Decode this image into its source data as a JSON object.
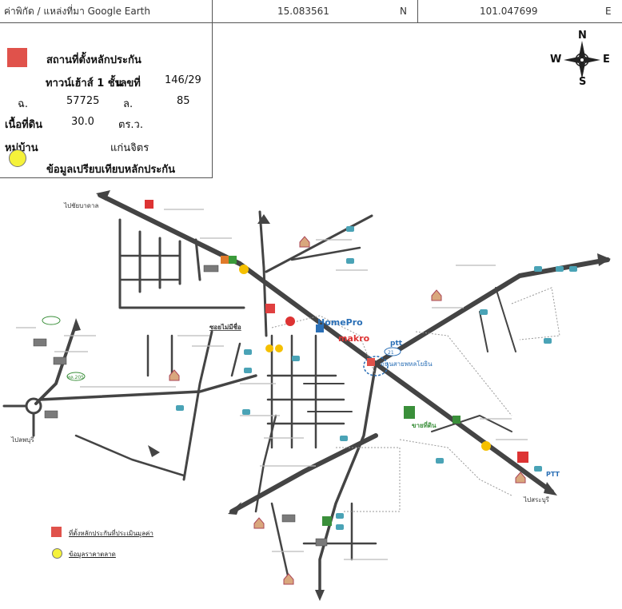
{
  "header": {
    "label": "ค่าพิกัด / แหล่งที่มา Google Earth",
    "latitude": "15.083561",
    "lat_dir": "N",
    "longitude": "101.047699",
    "lon_dir": "E"
  },
  "legend": {
    "property_label": "สถานที่ตั้งหลักประกัน",
    "type_label": "ทาวน์เฮ้าส์ 1 ชั้น",
    "number_label": "เลขที่",
    "number_value": "146/29",
    "deed_label": "ฉ.",
    "deed_value": "57725",
    "lot_label": "ล.",
    "lot_value": "85",
    "area_label": "เนื้อที่ดิน",
    "area_value": "30.0",
    "area_unit": "ตร.ว.",
    "village_label": "หมู่บ้าน",
    "village_value": "แก่นจิตร",
    "comparison_label": "ข้อมูลเปรียบเทียบหลักประกัน",
    "property_color": "#e0524b",
    "comparison_color": "#f5f23a"
  },
  "compass": {
    "n": "N",
    "s": "S",
    "e": "E",
    "w": "W"
  },
  "bottom_legend": {
    "item1": "ที่ตั้งหลักประกันที่ประเมินมูลค่า",
    "item2": "ข้อมูลราคาตลาด"
  },
  "map_labels": {
    "brand1": "HomePro",
    "brand2": "makro",
    "brand3": "ptt",
    "brand4": "PTT",
    "soi": "ซอยไม่มีชื่อ",
    "highway": "ถนนสายพหลโยธิน",
    "to_chaibadan": "ไปชัยบาดาล",
    "to_lopburi": "ไปลพบุรี",
    "to_sara": "ไปสระบุรี",
    "sale_label": "ขายที่ดิน",
    "road_205": "ทล.205",
    "road_21": "21"
  }
}
